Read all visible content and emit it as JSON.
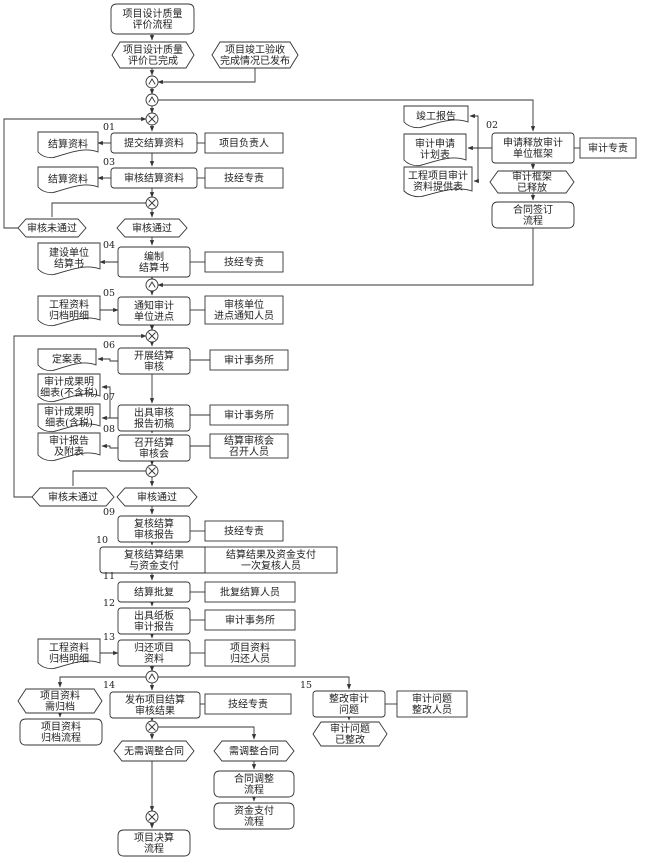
{
  "nodes": {
    "start": [
      "项目设计质量",
      "评价流程"
    ],
    "ev_design_done": [
      "项目设计质量",
      "评价已完成"
    ],
    "ev_acceptance": [
      "项目竣工验收",
      "完成情况已发布"
    ],
    "submit_settlement": [
      "提交结算资料"
    ],
    "doc_settle_1": [
      "结算资料"
    ],
    "role_project_lead": [
      "项目负责人"
    ],
    "review_settlement": [
      "审核结算资料"
    ],
    "doc_settle_2": [
      "结算资料"
    ],
    "role_tech_1": [
      "技经专责"
    ],
    "ev_review_fail_1": [
      "审核未通过"
    ],
    "ev_review_pass_1": [
      "审核通过"
    ],
    "compile_book": [
      "编制",
      "结算书"
    ],
    "doc_owner_book": [
      "建设单位",
      "结算书"
    ],
    "role_tech_2": [
      "技经专责"
    ],
    "notify_audit": [
      "通知审计",
      "单位进点"
    ],
    "doc_archive_1": [
      "工程资料",
      "归档明细"
    ],
    "role_audit_notify": [
      "审核单位",
      "进点通知人员"
    ],
    "doc_completion": [
      "竣工报告"
    ],
    "doc_audit_plan": [
      "审计申请",
      "计划表"
    ],
    "doc_audit_info": [
      "工程项目审计",
      "资料提供表"
    ],
    "request_frame": [
      "申请释放审计",
      "单位框架"
    ],
    "role_audit_lead": [
      "审计专责"
    ],
    "ev_frame_released": [
      "审计框架",
      "已释放"
    ],
    "contract_sign": [
      "合同签订",
      "流程"
    ],
    "start_audit": [
      "开展结算",
      "审核"
    ],
    "doc_draft_table": [
      "定案表"
    ],
    "role_firm_1": [
      "审计事务所"
    ],
    "doc_result_ex": [
      "审计成果明",
      "细表(不含税)"
    ],
    "doc_result_in": [
      "审计成果明",
      "细表(含税)"
    ],
    "doc_report": [
      "审计报告",
      "及附表"
    ],
    "draft_report": [
      "出具审核",
      "报告初稿"
    ],
    "role_firm_2": [
      "审计事务所"
    ],
    "hold_meeting": [
      "召开结算",
      "审核会"
    ],
    "role_meeting": [
      "结算审核会",
      "召开人员"
    ],
    "ev_review_fail_2": [
      "审核未通过"
    ],
    "ev_review_pass_2": [
      "审核通过"
    ],
    "recheck_report": [
      "复核结算",
      "审核报告"
    ],
    "role_tech_3": [
      "技经专责"
    ],
    "recheck_payment": [
      "复核结算结果",
      "与资金支付"
    ],
    "role_recheck": [
      "结算结果及资金支付",
      "一次复核人员"
    ],
    "approve_settle": [
      "结算批复"
    ],
    "role_approve": [
      "批复结算人员"
    ],
    "issue_paper": [
      "出具纸板",
      "审计报告"
    ],
    "role_firm_3": [
      "审计事务所"
    ],
    "return_docs": [
      "归还项目",
      "资料"
    ],
    "doc_archive_2": [
      "工程资料",
      "归档明细"
    ],
    "role_return": [
      "项目资料",
      "归还人员"
    ],
    "ev_need_archive": [
      "项目资料",
      "需归档"
    ],
    "archive_flow": [
      "项目资料",
      "归档流程"
    ],
    "publish_result": [
      "发布项目结算",
      "审核结果"
    ],
    "role_tech_4": [
      "技经专责"
    ],
    "rectify": [
      "整改审计",
      "问题"
    ],
    "role_rectify": [
      "审计问题",
      "整改人员"
    ],
    "ev_rectified": [
      "审计问题",
      "已整改"
    ],
    "ev_no_adjust": [
      "无需调整合同"
    ],
    "ev_need_adjust": [
      "需调整合同"
    ],
    "contract_adjust": [
      "合同调整",
      "流程"
    ],
    "funds_pay": [
      "资金支付",
      "流程"
    ],
    "final_accounts": [
      "项目决算",
      "流程"
    ]
  },
  "step_numbers": [
    "01",
    "02",
    "03",
    "04",
    "05",
    "06",
    "07",
    "08",
    "09",
    "10",
    "11",
    "12",
    "13",
    "14",
    "15"
  ]
}
